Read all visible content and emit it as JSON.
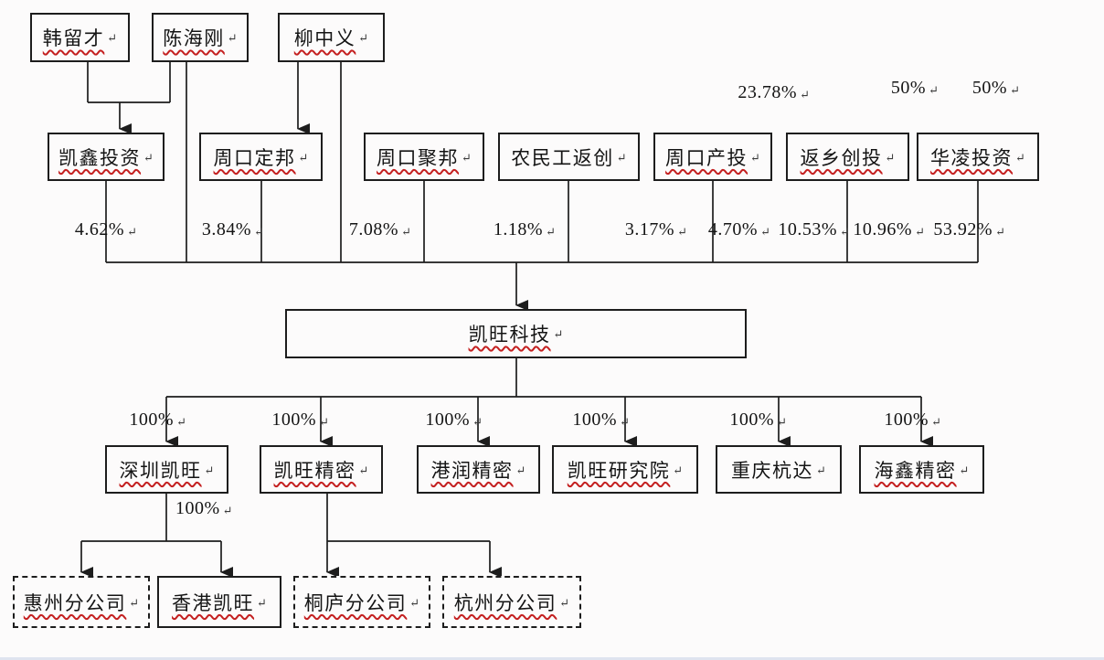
{
  "diagram": {
    "kind": "equity-structure-chart",
    "return_mark": "↵",
    "colors": {
      "line": "#1d1d1d",
      "box_border": "#1d1d1d",
      "spellcheck_underline": "#c42020",
      "background": "#fcfbfb",
      "bottom_strip": "#dfe4ef"
    },
    "nodes": [
      {
        "id": "han",
        "label": "韩留才",
        "underline": true,
        "border": "solid"
      },
      {
        "id": "chen",
        "label": "陈海刚",
        "underline": true,
        "border": "solid"
      },
      {
        "id": "liu",
        "label": "柳中义",
        "underline": true,
        "border": "solid"
      },
      {
        "id": "kaixin",
        "label": "凯鑫投资",
        "underline": true,
        "border": "solid"
      },
      {
        "id": "dingbang",
        "label": "周口定邦",
        "underline": true,
        "border": "solid"
      },
      {
        "id": "jubang",
        "label": "周口聚邦",
        "underline": true,
        "border": "solid"
      },
      {
        "id": "nongmingong",
        "label": "农民工返创",
        "underline": false,
        "border": "solid"
      },
      {
        "id": "chantou",
        "label": "周口产投",
        "underline": true,
        "border": "solid"
      },
      {
        "id": "fanxiang",
        "label": "返乡创投",
        "underline": true,
        "border": "solid"
      },
      {
        "id": "hualing",
        "label": "华凌投资",
        "underline": true,
        "border": "solid"
      },
      {
        "id": "kaiwang",
        "label": "凯旺科技",
        "underline": true,
        "border": "solid"
      },
      {
        "id": "shenzhen",
        "label": "深圳凯旺",
        "underline": true,
        "border": "solid"
      },
      {
        "id": "jingmi",
        "label": "凯旺精密",
        "underline": true,
        "border": "solid"
      },
      {
        "id": "gangrun",
        "label": "港润精密",
        "underline": true,
        "border": "solid"
      },
      {
        "id": "yanjiuyuan",
        "label": "凯旺研究院",
        "underline": true,
        "border": "solid"
      },
      {
        "id": "chongqing",
        "label": "重庆杭达",
        "underline": false,
        "border": "solid"
      },
      {
        "id": "haixin",
        "label": "海鑫精密",
        "underline": true,
        "border": "solid"
      },
      {
        "id": "huizhou",
        "label": "惠州分公司",
        "underline": true,
        "border": "dashed"
      },
      {
        "id": "xianggang",
        "label": "香港凯旺",
        "underline": true,
        "border": "solid"
      },
      {
        "id": "tonglu",
        "label": "桐庐分公司",
        "underline": true,
        "border": "dashed"
      },
      {
        "id": "hangzhou",
        "label": "杭州分公司",
        "underline": true,
        "border": "dashed"
      }
    ],
    "edges": [
      {
        "from": "han",
        "to": "kaixin",
        "label": "50%"
      },
      {
        "from": "chen",
        "to": "kaixin",
        "label": "50%"
      },
      {
        "from": "liu",
        "to": "dingbang",
        "label": "23.78%"
      },
      {
        "from": "kaixin",
        "to": "kaiwang",
        "label": "53.92%"
      },
      {
        "from": "chen",
        "to": "kaiwang",
        "label": "10.96%"
      },
      {
        "from": "dingbang",
        "to": "kaiwang",
        "label": "10.53%"
      },
      {
        "from": "liu",
        "to": "kaiwang",
        "label": "4.70%"
      },
      {
        "from": "jubang",
        "to": "kaiwang",
        "label": "3.17%"
      },
      {
        "from": "nongmingong",
        "to": "kaiwang",
        "label": "1.18%"
      },
      {
        "from": "chantou",
        "to": "kaiwang",
        "label": "7.08%"
      },
      {
        "from": "fanxiang",
        "to": "kaiwang",
        "label": "3.84%"
      },
      {
        "from": "hualing",
        "to": "kaiwang",
        "label": "4.62%"
      },
      {
        "from": "kaiwang",
        "to": "shenzhen",
        "label": "100%"
      },
      {
        "from": "kaiwang",
        "to": "jingmi",
        "label": "100%"
      },
      {
        "from": "kaiwang",
        "to": "gangrun",
        "label": "100%"
      },
      {
        "from": "kaiwang",
        "to": "yanjiuyuan",
        "label": "100%"
      },
      {
        "from": "kaiwang",
        "to": "chongqing",
        "label": "100%"
      },
      {
        "from": "kaiwang",
        "to": "haixin",
        "label": "100%"
      },
      {
        "from": "shenzhen",
        "to": [
          "huizhou",
          "xianggang"
        ],
        "label": "100%"
      },
      {
        "from": "jingmi",
        "to": [
          "tonglu",
          "hangzhou"
        ],
        "label": ""
      }
    ]
  }
}
